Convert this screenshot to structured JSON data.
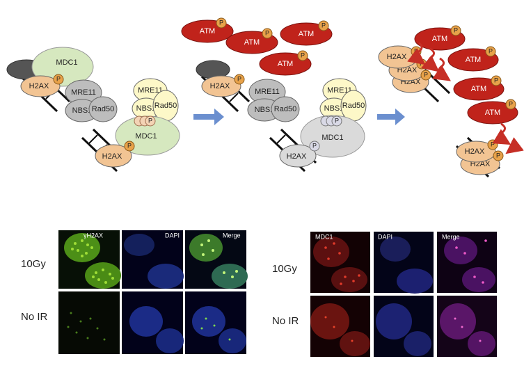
{
  "diagram": {
    "labels": {
      "h2ax": "H2AX",
      "mdc1": "MDC1",
      "mre11": "MRE11",
      "nbs1": "NBS1",
      "rad50": "Rad50",
      "atm": "ATM",
      "p": "P"
    }
  },
  "micrographs": {
    "left": {
      "channels": [
        "γH2AX",
        "DAPI",
        "Merge"
      ],
      "rows": [
        "10Gy",
        "No IR"
      ]
    },
    "right": {
      "channels": [
        "MDC1",
        "DAPI",
        "Merge"
      ],
      "rows": [
        "10Gy",
        "No IR"
      ]
    }
  },
  "colors": {
    "h2ax": "#f2c493",
    "mdc1": "#d6e8bf",
    "mrn_gray": "#bdbdbd",
    "mrn_yellow": "#fdf8c8",
    "atm": "#c0231b",
    "phospho": "#e8a24a",
    "arrow": "#6b8fcf"
  }
}
